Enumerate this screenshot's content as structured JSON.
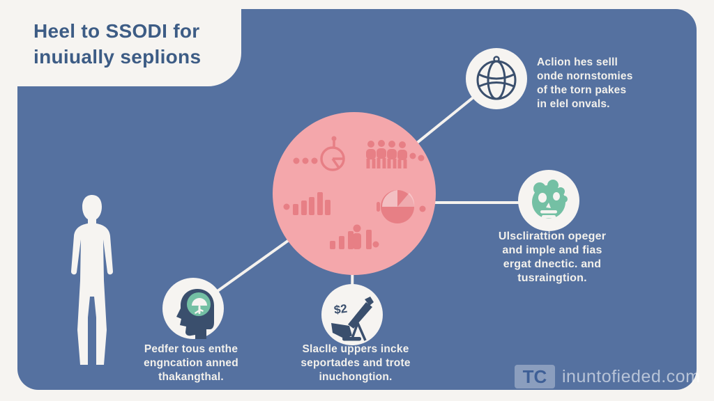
{
  "colors": {
    "canvas_bg": "#f6f4f1",
    "panel_bg": "#5571a0",
    "accent_pink": "#f4a7ab",
    "icon_pink": "#e77f85",
    "accent_green": "#74c0a4",
    "icon_navy": "#3a4f6d",
    "title_text": "#3d5c85",
    "body_text": "#f3f1ec"
  },
  "title_card": {
    "line1": "Heel to SSODI for",
    "line2": "inuiually seplions"
  },
  "center": {
    "icons": [
      "dots-and-pie-chart-icon",
      "people-group-icon",
      "bar-chart-icon",
      "pie-chart-solid-icon",
      "bar-chart-person-icon"
    ]
  },
  "nodes": {
    "globe": {
      "icon": "globe-icon",
      "lines": [
        "Aclion hes selll",
        "onde nornstomies",
        "of the torn pakes",
        "in elel onvals."
      ]
    },
    "face": {
      "icon": "face-icon",
      "lines": [
        "Ulsclirattion opeger",
        "and imple and fias",
        "ergat dnectic. and",
        "tusraingtion."
      ]
    },
    "head": {
      "icon": "head-brain-icon",
      "lines": [
        "Pedfer tous enthe",
        "engncation anned",
        "thakangthal."
      ]
    },
    "telescope": {
      "icon": "telescope-icon",
      "icon_text": "$2",
      "lines": [
        "Slaclle uppers incke",
        "seportades and trote",
        "inuchongtion."
      ]
    }
  },
  "figure": {
    "icon": "person-silhouette"
  },
  "watermark": {
    "badge": "TC",
    "site": "inuntofieded.com"
  }
}
